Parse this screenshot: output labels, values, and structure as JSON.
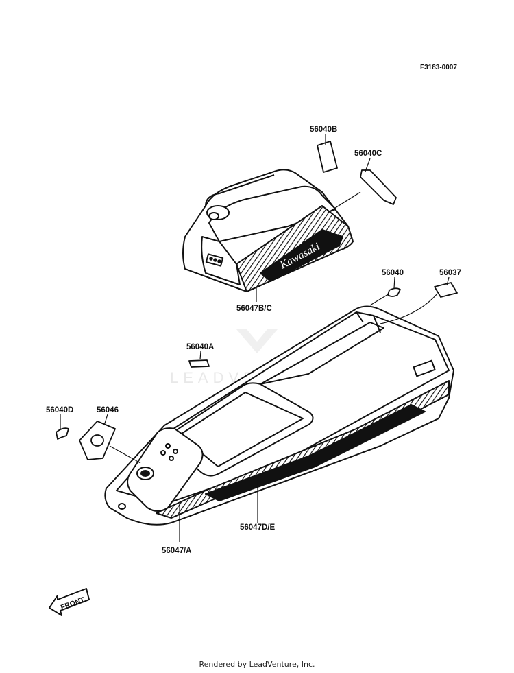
{
  "figure_id": "F3183-0007",
  "watermark": "LEADVENTURE",
  "brand_decal": "Kawasaki",
  "front_arrow": "FRONT",
  "footer": "Rendered by LeadVenture, Inc.",
  "labels": {
    "p56040B": "56040B",
    "p56040C": "56040C",
    "p56047BC": "56047B/C",
    "p56040": "56040",
    "p56037": "56037",
    "p56040A": "56040A",
    "p56040D": "56040D",
    "p56046": "56046",
    "p56047DE": "56047D/E",
    "p56047A": "56047/A"
  }
}
